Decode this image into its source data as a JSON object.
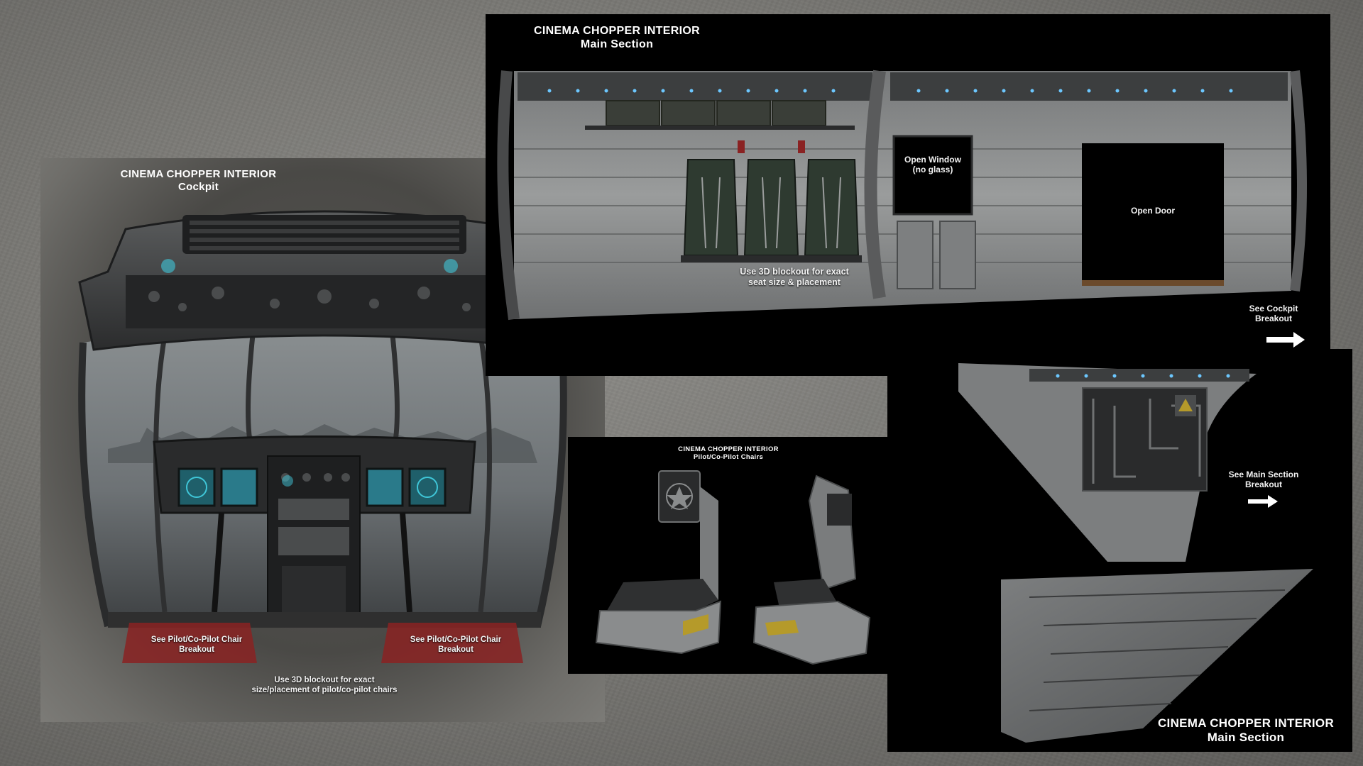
{
  "cockpit": {
    "title_line1": "CINEMA CHOPPER INTERIOR",
    "title_line2": "Cockpit",
    "left_chair_note": "See Pilot/Co-Pilot Chair Breakout",
    "right_chair_note": "See Pilot/Co-Pilot Chair Breakout",
    "blockout_note_line1": "Use 3D blockout for exact",
    "blockout_note_line2": "size/placement of pilot/co-pilot chairs"
  },
  "main_top": {
    "title_line1": "CINEMA CHOPPER INTERIOR",
    "title_line2": "Main Section",
    "window_label_line1": "Open Window",
    "window_label_line2": "(no glass)",
    "door_label": "Open Door",
    "seat_note_line1": "Use 3D blockout for exact",
    "seat_note_line2": "seat size & placement",
    "cockpit_ref_line1": "See Cockpit",
    "cockpit_ref_line2": "Breakout"
  },
  "chairs": {
    "title_line1": "CINEMA CHOPPER INTERIOR",
    "title_line2": "Pilot/Co-Pilot Chairs"
  },
  "main_bottom": {
    "main_ref_line1": "See Main Section",
    "main_ref_line2": "Breakout",
    "title_line1": "CINEMA CHOPPER INTERIOR",
    "title_line2": "Main Section"
  },
  "colors": {
    "accent_red": "#8a2222",
    "indicator_blue": "#6cc7ff",
    "screen_cyan": "#3fc6d8"
  }
}
